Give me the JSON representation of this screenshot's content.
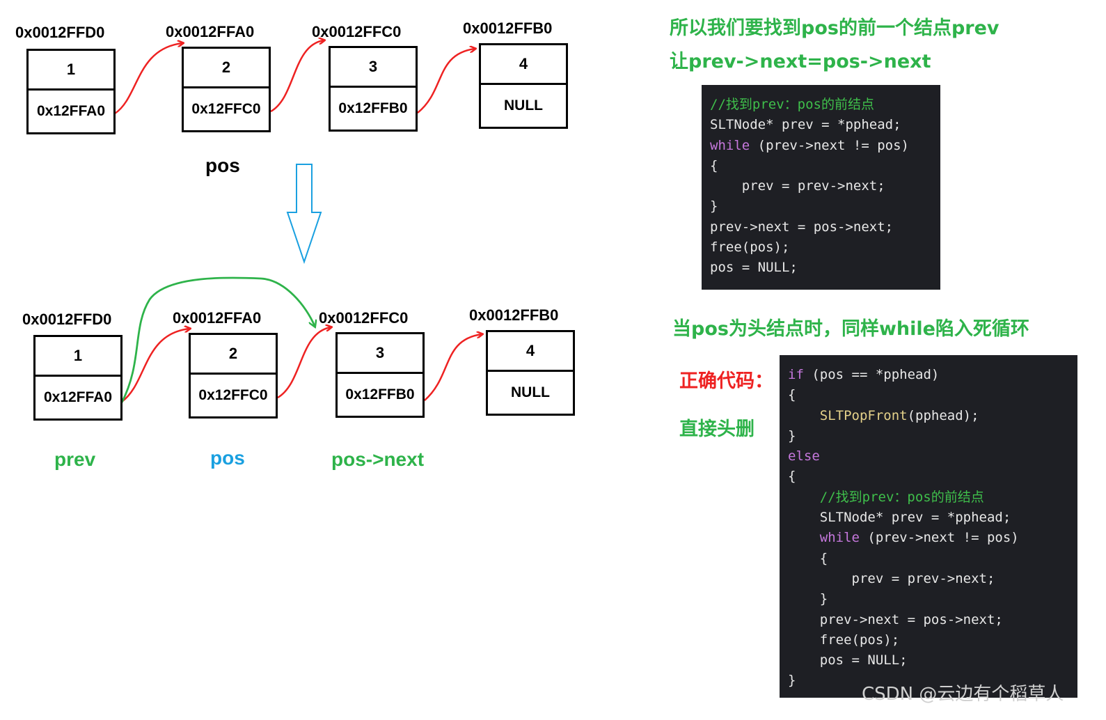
{
  "top_list": {
    "nodes": [
      {
        "addr": "0x0012FFD0",
        "value": "1",
        "next": "0x12FFA0"
      },
      {
        "addr": "0x0012FFA0",
        "value": "2",
        "next": "0x12FFC0"
      },
      {
        "addr": "0x0012FFC0",
        "value": "3",
        "next": "0x12FFB0"
      },
      {
        "addr": "0x0012FFB0",
        "value": "4",
        "next": "NULL"
      }
    ],
    "pos_label": "pos"
  },
  "bottom_list": {
    "nodes": [
      {
        "addr": "0x0012FFD0",
        "value": "1",
        "next": "0x12FFA0"
      },
      {
        "addr": "0x0012FFA0",
        "value": "2",
        "next": "0x12FFC0"
      },
      {
        "addr": "0x0012FFC0",
        "value": "3",
        "next": "0x12FFB0"
      },
      {
        "addr": "0x0012FFB0",
        "value": "4",
        "next": "NULL"
      }
    ],
    "labels": {
      "prev": "prev",
      "pos": "pos",
      "pos_next": "pos->next"
    }
  },
  "notes": {
    "line1": "所以我们要找到pos的前一个结点prev",
    "line2": "让prev->next=pos->next",
    "dead_loop": "当pos为头结点时，同样while陷入死循环",
    "correct_code": "正确代码：",
    "head_delete": "直接头删"
  },
  "code1": {
    "l1": "//找到prev：pos的前结点",
    "l2": "SLTNode* prev = *pphead;",
    "l3_kw": "while",
    "l3_rest": " (prev->next != pos)",
    "l4": "{",
    "l5": "    prev = prev->next;",
    "l6": "}",
    "l7": "prev->next = pos->next;",
    "l8": "free(pos);",
    "l9": "pos = NULL;"
  },
  "code2": {
    "l1_kw": "if",
    "l1_rest": " (pos == *pphead)",
    "l2": "{",
    "l3_fn": "    SLTPopFront",
    "l3_rest": "(pphead);",
    "l4": "}",
    "l5_kw": "else",
    "l6": "{",
    "l7": "    //找到prev：pos的前结点",
    "l8": "    SLTNode* prev = *pphead;",
    "l9_pad": "    ",
    "l9_kw": "while",
    "l9_rest": " (prev->next != pos)",
    "l10": "    {",
    "l11": "        prev = prev->next;",
    "l12": "    }",
    "l13": "    prev->next = pos->next;",
    "l14": "    free(pos);",
    "l15": "    pos = NULL;",
    "l16": "}"
  },
  "watermark": "CSDN @云边有个稻草人",
  "colors": {
    "red": "#ee2222",
    "green": "#2eb34a",
    "blue": "#1aa0e0",
    "code_bg": "#1e1f24"
  }
}
